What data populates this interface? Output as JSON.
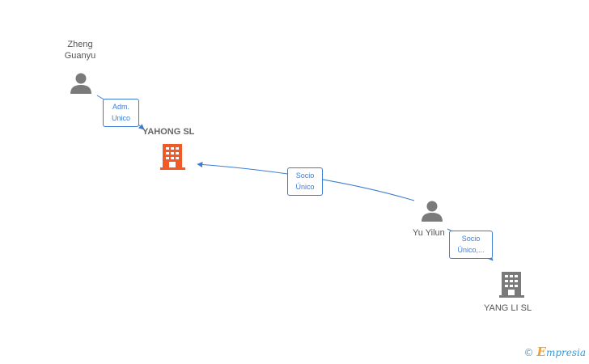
{
  "nodes": {
    "zheng": {
      "label_line1": "Zheng",
      "label_line2": "Guanyu",
      "type": "person",
      "icon": "person-icon"
    },
    "yahong": {
      "label": "YAHONG SL",
      "type": "company-main",
      "icon": "building-icon"
    },
    "yuyilun": {
      "label": "Yu Yilun",
      "type": "person",
      "icon": "person-icon"
    },
    "yangli": {
      "label": "YANG LI  SL",
      "type": "company",
      "icon": "building-icon"
    }
  },
  "edges": {
    "zheng_yahong": {
      "line1": "Adm.",
      "line2": "Unico"
    },
    "yuyilun_yahong": {
      "line1": "Socio",
      "line2": "Único"
    },
    "yuyilun_yangli": {
      "line1": "Socio",
      "line2": "Único,..."
    }
  },
  "brand": {
    "copyright": "©",
    "initial": "E",
    "name": "mpresia"
  },
  "colors": {
    "edge": "#3c7cd2",
    "person": "#7a7a7a",
    "company_main": "#f05a28",
    "company": "#7a7a7a"
  }
}
